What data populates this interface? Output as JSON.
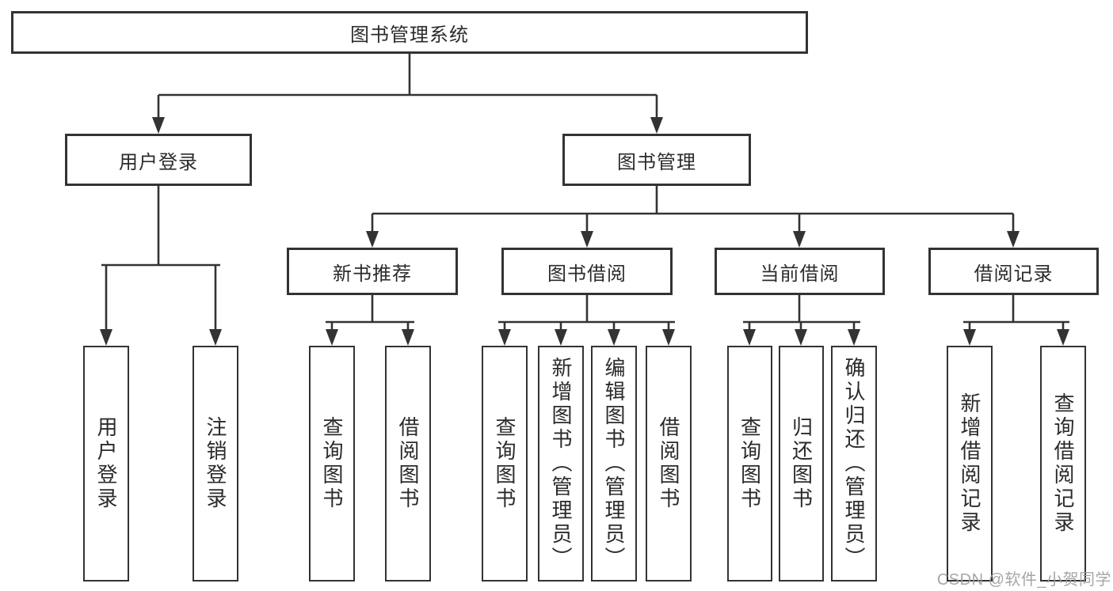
{
  "diagram": {
    "tree": {
      "label": "图书管理系统",
      "children": [
        {
          "label": "用户登录",
          "children": [
            {
              "label": "用户登录"
            },
            {
              "label": "注销登录"
            }
          ]
        },
        {
          "label": "图书管理",
          "children": [
            {
              "label": "新书推荐",
              "children": [
                {
                  "label": "查询图书"
                },
                {
                  "label": "借阅图书"
                }
              ]
            },
            {
              "label": "图书借阅",
              "children": [
                {
                  "label": "查询图书"
                },
                {
                  "label": "新增图书（管理员）"
                },
                {
                  "label": "编辑图书（管理员）"
                },
                {
                  "label": "借阅图书"
                }
              ]
            },
            {
              "label": "当前借阅",
              "children": [
                {
                  "label": "查询图书"
                },
                {
                  "label": "归还图书"
                },
                {
                  "label": "确认归还（管理员）"
                }
              ]
            },
            {
              "label": "借阅记录",
              "children": [
                {
                  "label": "新增借阅记录"
                },
                {
                  "label": "查询借阅记录"
                }
              ]
            }
          ]
        }
      ]
    },
    "colors": {
      "line": "#333333",
      "box_border": "#333333",
      "box_fill": "#ffffff",
      "text": "#2b2b2b",
      "background": "#ffffff",
      "watermark": "#9e9e9e"
    }
  },
  "watermark": {
    "text": "CSDN @软件_小贺同学"
  }
}
